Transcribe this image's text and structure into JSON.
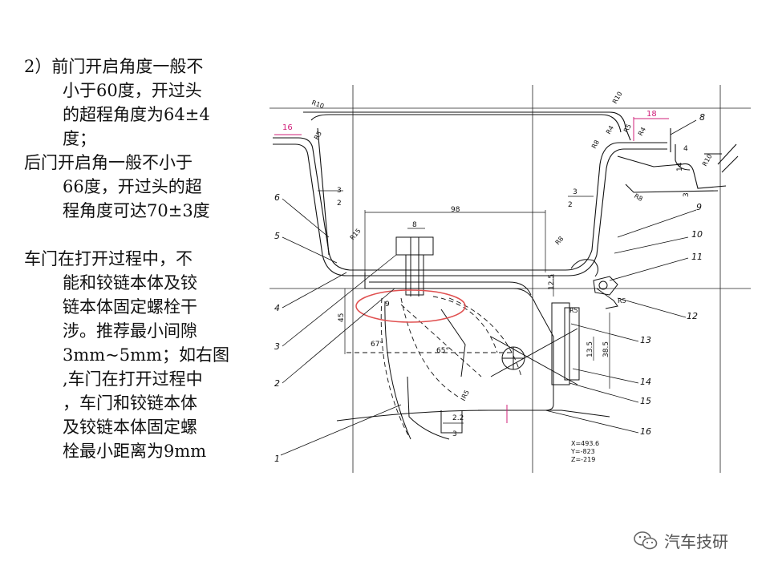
{
  "notes": {
    "lines": [
      "2）前门开启角度一般不",
      "小于60度，开过头",
      "的超程角度为64±4",
      "度；",
      "后门开启角一般不小于",
      "66度，开过头的超",
      "程角度可达70±3度",
      "车门在打开过程中，不",
      "能和铰链本体及铰",
      "链本体固定螺栓干",
      "涉。推荐最小间隙",
      "3mm~5mm；如右图",
      ",车门在打开过程中",
      "，车门和铰链本体",
      "及铰链本体固定螺",
      "栓最小距离为9mm"
    ]
  },
  "drawing": {
    "callouts": [
      "1",
      "2",
      "3",
      "4",
      "5",
      "6",
      "8",
      "9",
      "10",
      "11",
      "12",
      "13",
      "14",
      "15",
      "16"
    ],
    "dimensions": [
      "16",
      "18",
      "98",
      "8",
      "12.5",
      "45",
      "67°",
      "65°",
      "9",
      "2.2",
      "3",
      "13.5",
      "38.5",
      "3",
      "2",
      "3",
      "2",
      "4",
      "3",
      "14"
    ],
    "radii": [
      "R10",
      "R5",
      "R15",
      "R8",
      "R10",
      "R5",
      "R8",
      "R4",
      "R4",
      "R8",
      "R10",
      "R5",
      "R5",
      "R5"
    ],
    "coords": [
      "X=493.6",
      "Y=-823",
      "Z=-219"
    ],
    "accent_color": "#e05050",
    "dim_color": "#d0207a"
  },
  "watermark": {
    "text": "汽车技研",
    "icon": "wechat-icon"
  }
}
